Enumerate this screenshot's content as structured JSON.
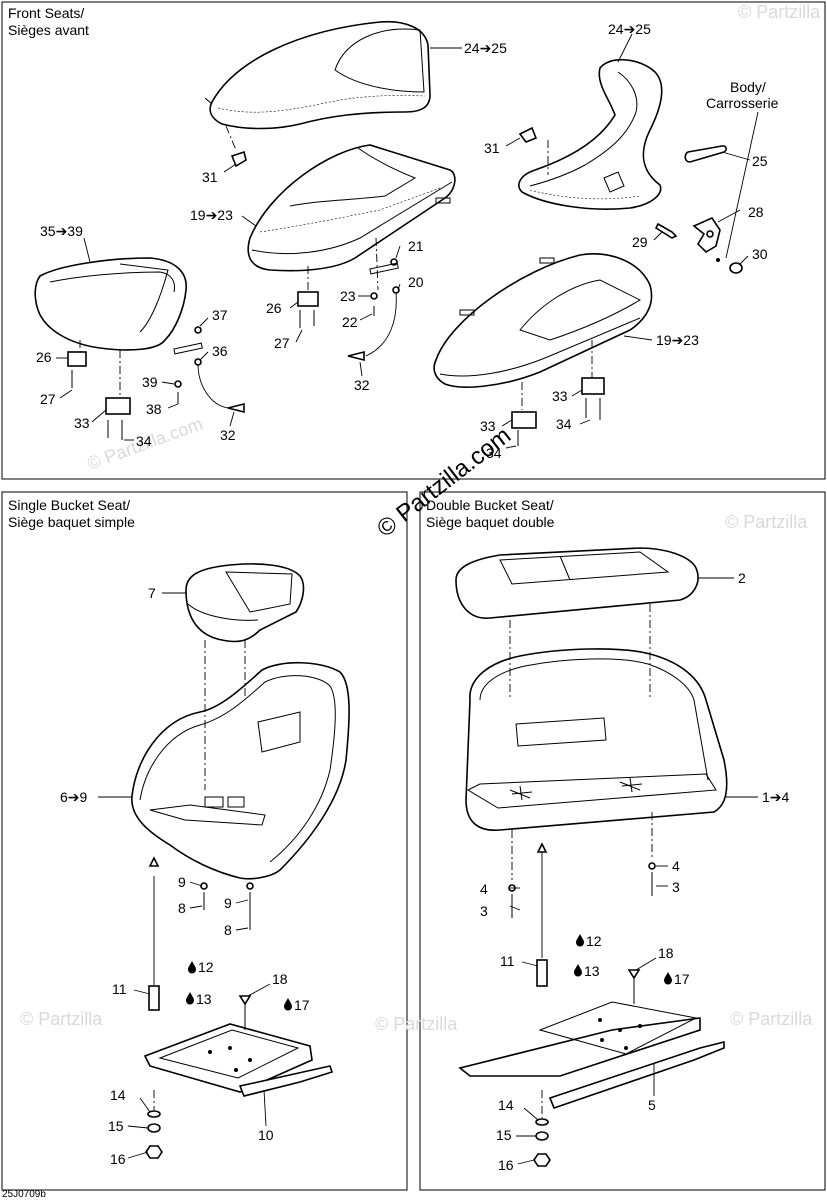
{
  "panels": {
    "front_seats": {
      "title_line1": "Front Seats/",
      "title_line2": "Sièges avant"
    },
    "single_bucket": {
      "title_line1": "Single Bucket Seat/",
      "title_line2": "Siège baquet simple"
    },
    "double_bucket": {
      "title_line1": "Double Bucket Seat/",
      "title_line2": "Siège baquet double"
    }
  },
  "body_label": {
    "line1": "Body/",
    "line2": "Carrosserie"
  },
  "front_labels": {
    "l_24_25_a": "24➔25",
    "l_24_25_b": "24➔25",
    "l_31_a": "31",
    "l_31_b": "31",
    "l_25": "25",
    "l_19_23_a": "19➔23",
    "l_19_23_b": "19➔23",
    "l_35_39": "35➔39",
    "l_21": "21",
    "l_20": "20",
    "l_23": "23",
    "l_22": "22",
    "l_26_a": "26",
    "l_26_b": "26",
    "l_27_a": "27",
    "l_27_b": "27",
    "l_28": "28",
    "l_29": "29",
    "l_30": "30",
    "l_37": "37",
    "l_36": "36",
    "l_39": "39",
    "l_38": "38",
    "l_32_a": "32",
    "l_32_b": "32",
    "l_33_a": "33",
    "l_33_b": "33",
    "l_33_c": "33",
    "l_34_a": "34",
    "l_34_b": "34",
    "l_34_c": "34"
  },
  "single_labels": {
    "l_7": "7",
    "l_6_9": "6➔9",
    "l_9_a": "9",
    "l_9_b": "9",
    "l_8_a": "8",
    "l_8_b": "8",
    "l_11": "11",
    "l_12": "12",
    "l_13": "13",
    "l_18": "18",
    "l_17": "17",
    "l_14": "14",
    "l_15": "15",
    "l_16": "16",
    "l_10": "10"
  },
  "double_labels": {
    "l_2": "2",
    "l_1_4": "1➔4",
    "l_4_a": "4",
    "l_4_b": "4",
    "l_3_a": "3",
    "l_3_b": "3",
    "l_11": "11",
    "l_12": "12",
    "l_13": "13",
    "l_18": "18",
    "l_17": "17",
    "l_14": "14",
    "l_15": "15",
    "l_16": "16",
    "l_5": "5"
  },
  "watermark": {
    "main": "© Partzilla.com",
    "faint": "© Partzilla.com",
    "faint_short": "© Partzilla"
  },
  "drawing_code": "25J0709b",
  "colors": {
    "line": "#000000",
    "background": "#ffffff",
    "watermark_faint": "#d9d9d9"
  },
  "icons": {
    "sealant_drop": "drop-icon",
    "arrow": "arrow-right-icon"
  }
}
